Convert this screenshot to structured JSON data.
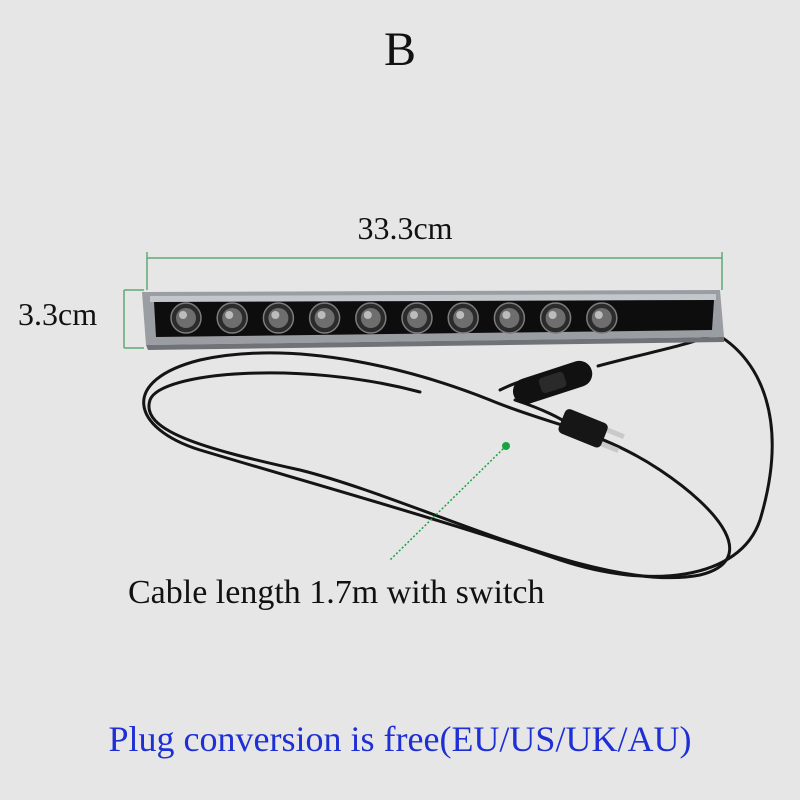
{
  "title": "B",
  "dimensions": {
    "width_label": "33.3cm",
    "height_label": "3.3cm"
  },
  "cable_note": "Cable length 1.7m with switch",
  "plug_note": "Plug conversion is free(EU/US/UK/AU)",
  "colors": {
    "background": "#e6e6e6",
    "dimension_line": "#5fa874",
    "pointer": "#1aa343",
    "plug_note_text": "#1f2fd6",
    "housing": "#9a9ea3",
    "panel": "#0d0d0d",
    "cable": "#141414"
  },
  "product": {
    "led_count": 10
  }
}
